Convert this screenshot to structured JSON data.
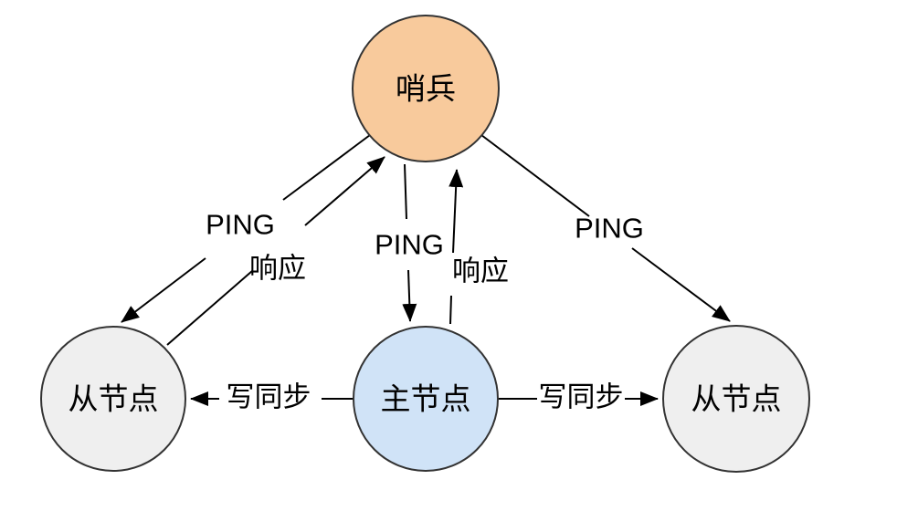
{
  "colors": {
    "background": "#ffffff",
    "node_stroke": "#333333",
    "edge": "#000000",
    "text": "#000000",
    "sentinel_fill": "#f8ca9c",
    "master_fill": "#d0e3f7",
    "slave_fill": "#efefef"
  },
  "nodes": {
    "sentinel": {
      "label": "哨兵"
    },
    "slave_left": {
      "label": "从节点"
    },
    "master": {
      "label": "主节点"
    },
    "slave_right": {
      "label": "从节点"
    }
  },
  "edges": {
    "ping_left": {
      "label": "PING"
    },
    "response_left": {
      "label": "响应"
    },
    "ping_middle": {
      "label": "PING"
    },
    "response_middle": {
      "label": "响应"
    },
    "ping_right": {
      "label": "PING"
    },
    "sync_left": {
      "label": "写同步"
    },
    "sync_right": {
      "label": "写同步"
    }
  }
}
